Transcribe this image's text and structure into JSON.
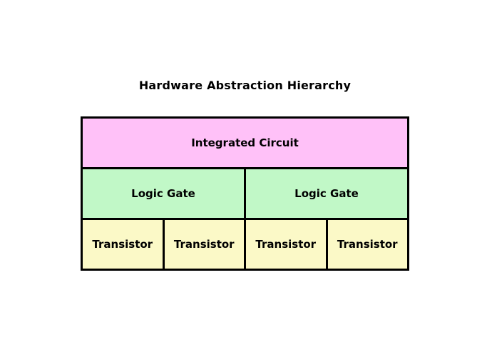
{
  "title": "Hardware Abstraction Hierarchy",
  "colors": {
    "integrated_circuit_fill": "#ffc1f8",
    "logic_gate_fill": "#c1f8c7",
    "transistor_fill": "#fbf9c7",
    "border": "#000000",
    "background": "#ffffff",
    "text": "#000000"
  },
  "diagram": {
    "levels": [
      {
        "name": "integrated-circuit-level",
        "cells": [
          "Integrated Circuit"
        ]
      },
      {
        "name": "logic-gate-level",
        "cells": [
          "Logic Gate",
          "Logic Gate"
        ]
      },
      {
        "name": "transistor-level",
        "cells": [
          "Transistor",
          "Transistor",
          "Transistor",
          "Transistor"
        ]
      }
    ]
  }
}
